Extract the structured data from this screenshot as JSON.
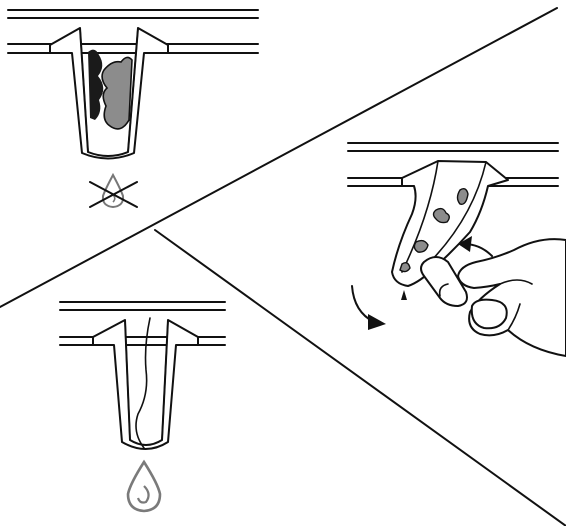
{
  "figure": {
    "panels": [
      {
        "id": "blocked-drain",
        "state": "clogged",
        "icons": [
          "drain-valve-icon",
          "clog-blockage-icon",
          "no-drip-icon"
        ]
      },
      {
        "id": "squeeze-drain",
        "state": "cleaning",
        "icons": [
          "drain-valve-icon",
          "pinching-hand-icon",
          "rotation-arrows-icon",
          "debris-spots-icon"
        ]
      },
      {
        "id": "clear-drain",
        "state": "draining",
        "icons": [
          "drain-valve-icon",
          "water-drop-icon"
        ]
      }
    ],
    "colors": {
      "line": "#111111",
      "debris_dark": "#1a1a1a",
      "debris_gray": "#8c8c8c",
      "drop_gray": "#7a7a7a",
      "background": "#ffffff"
    }
  }
}
